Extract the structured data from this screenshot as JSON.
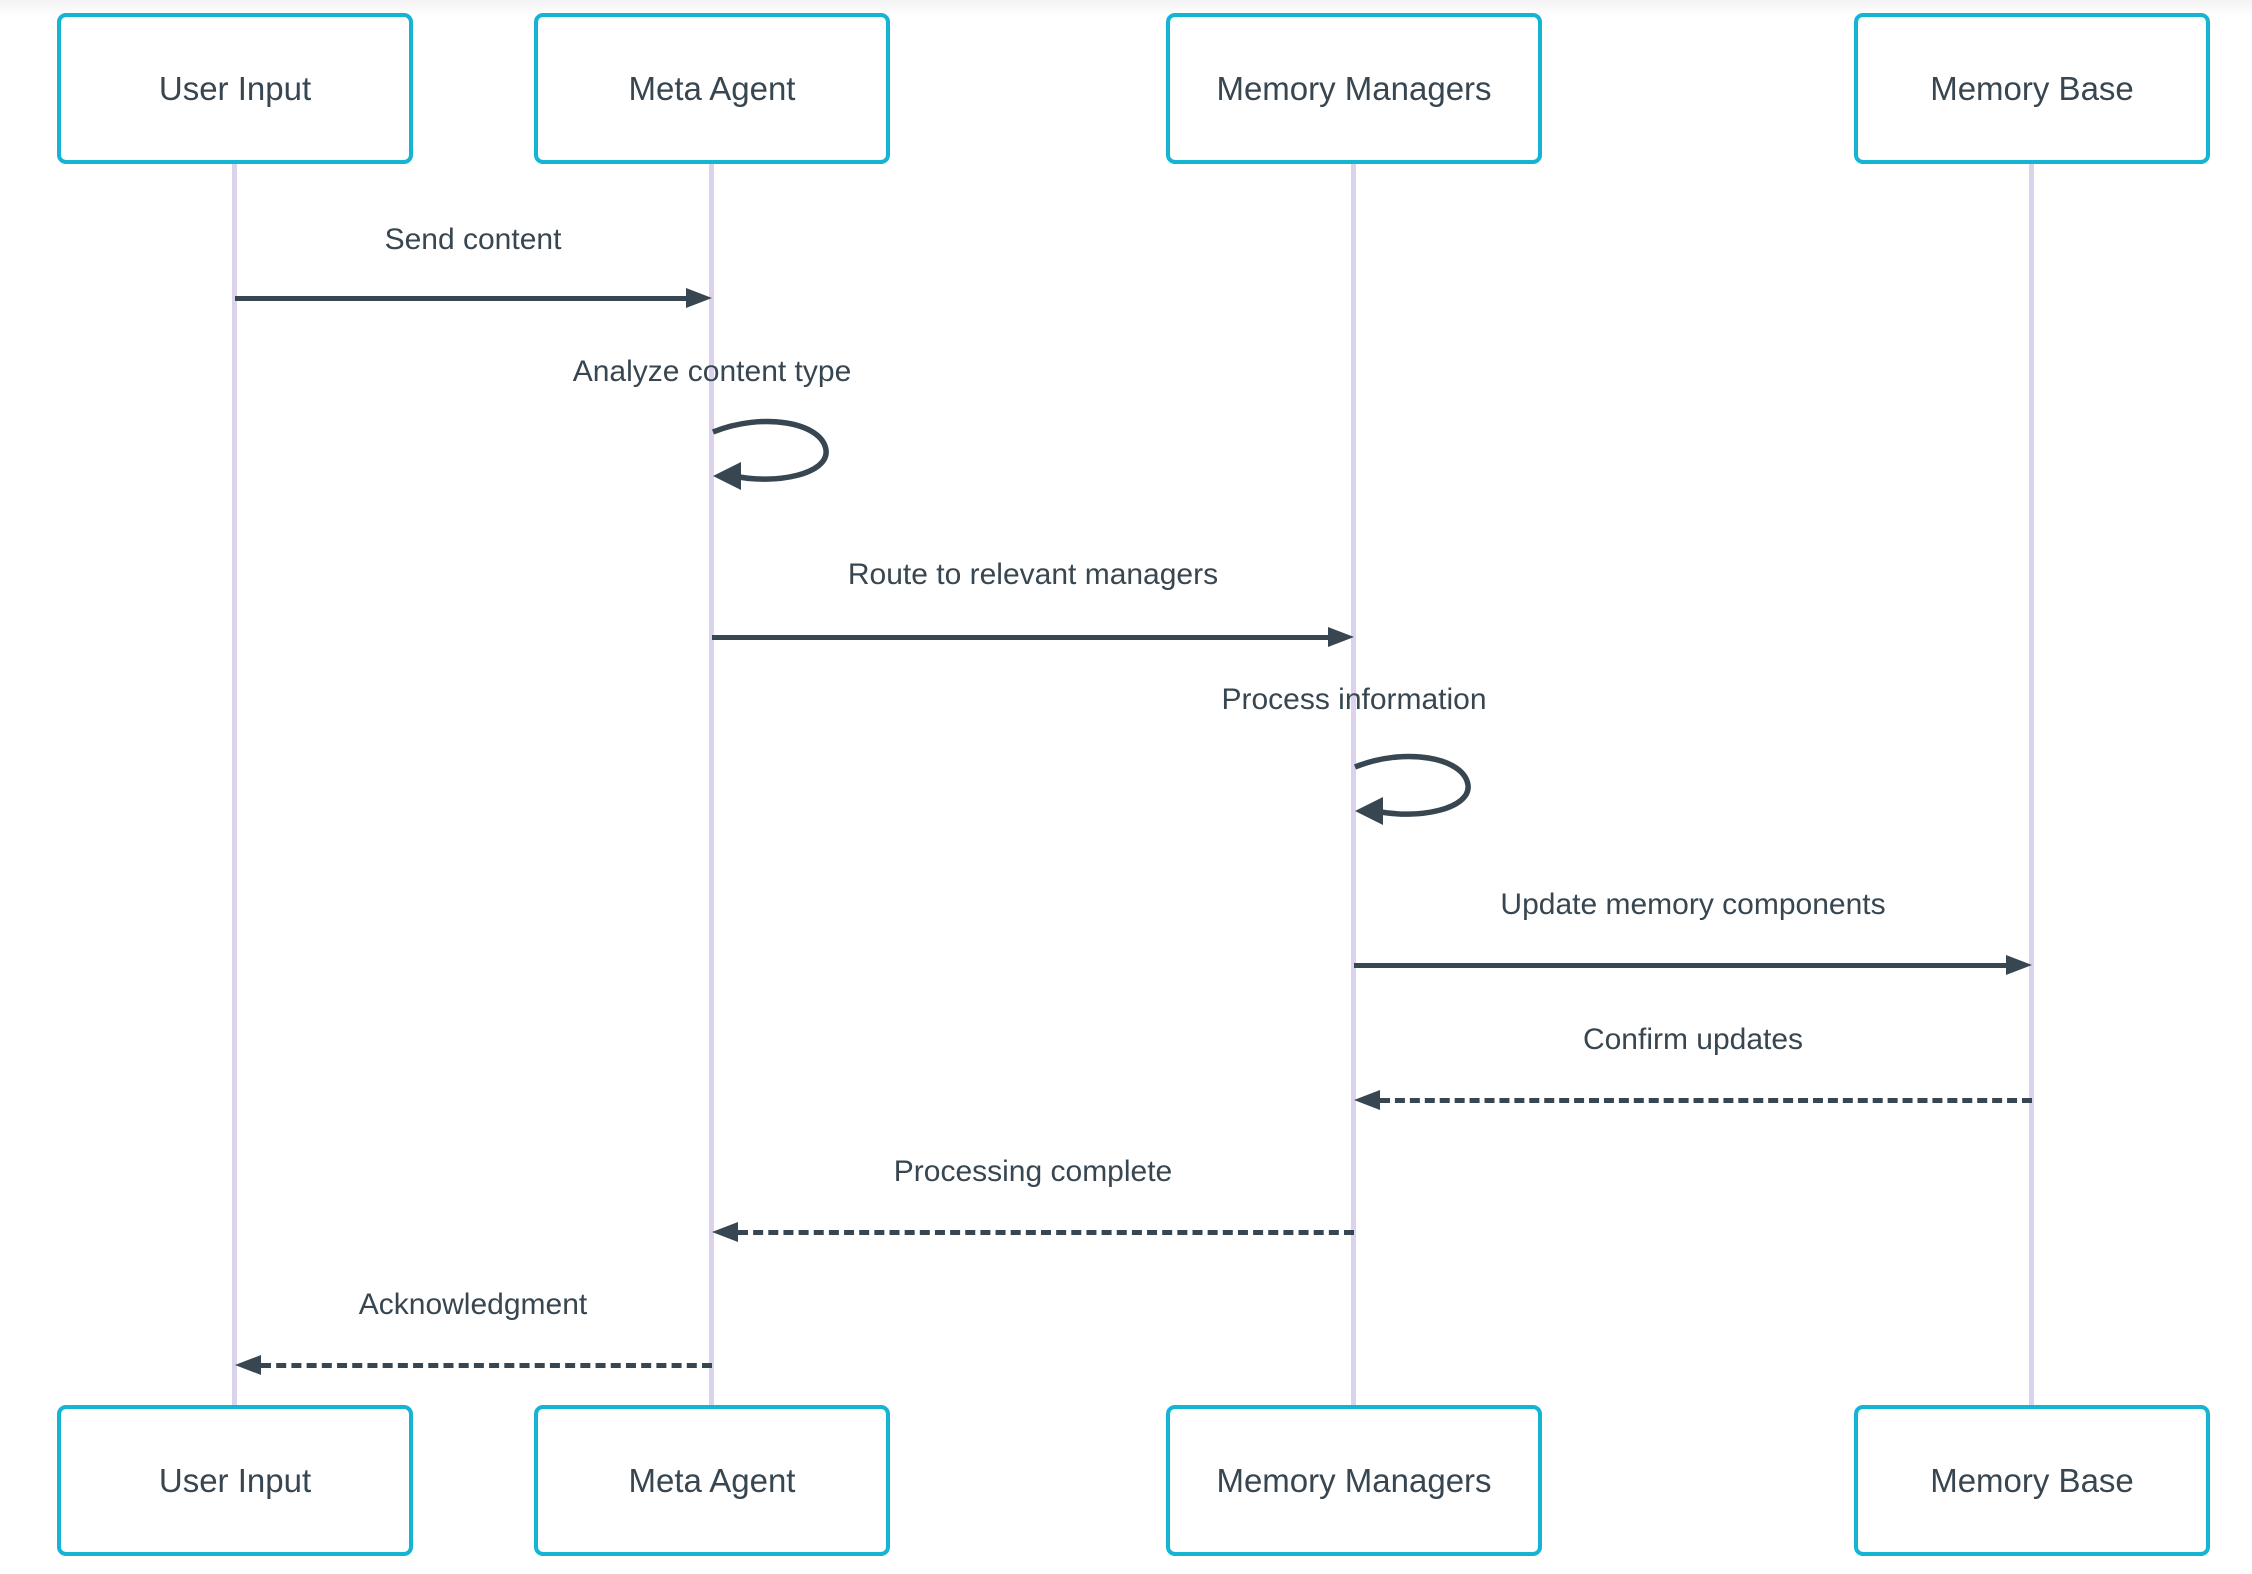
{
  "diagram": {
    "type": "sequence",
    "actors": [
      {
        "name": "User Input"
      },
      {
        "name": "Meta Agent"
      },
      {
        "name": "Memory Managers"
      },
      {
        "name": "Memory Base"
      }
    ],
    "messages": [
      {
        "from": "User Input",
        "to": "Meta Agent",
        "label": "Send content",
        "style": "solid"
      },
      {
        "from": "Meta Agent",
        "to": "Meta Agent",
        "label": "Analyze content type",
        "style": "self-loop"
      },
      {
        "from": "Meta Agent",
        "to": "Memory Managers",
        "label": "Route to relevant managers",
        "style": "solid"
      },
      {
        "from": "Memory Managers",
        "to": "Memory Managers",
        "label": "Process information",
        "style": "self-loop"
      },
      {
        "from": "Memory Managers",
        "to": "Memory Base",
        "label": "Update memory components",
        "style": "solid"
      },
      {
        "from": "Memory Base",
        "to": "Memory Managers",
        "label": "Confirm updates",
        "style": "dashed"
      },
      {
        "from": "Memory Managers",
        "to": "Meta Agent",
        "label": "Processing complete",
        "style": "dashed"
      },
      {
        "from": "Meta Agent",
        "to": "User Input",
        "label": "Acknowledgment",
        "style": "dashed"
      }
    ],
    "colors": {
      "actor_border": "#15b4d2",
      "actor_fill": "#ffffff",
      "text": "#374650",
      "arrow": "#374650",
      "lifeline": "#dbd2ee",
      "background": "#ffffff"
    }
  }
}
